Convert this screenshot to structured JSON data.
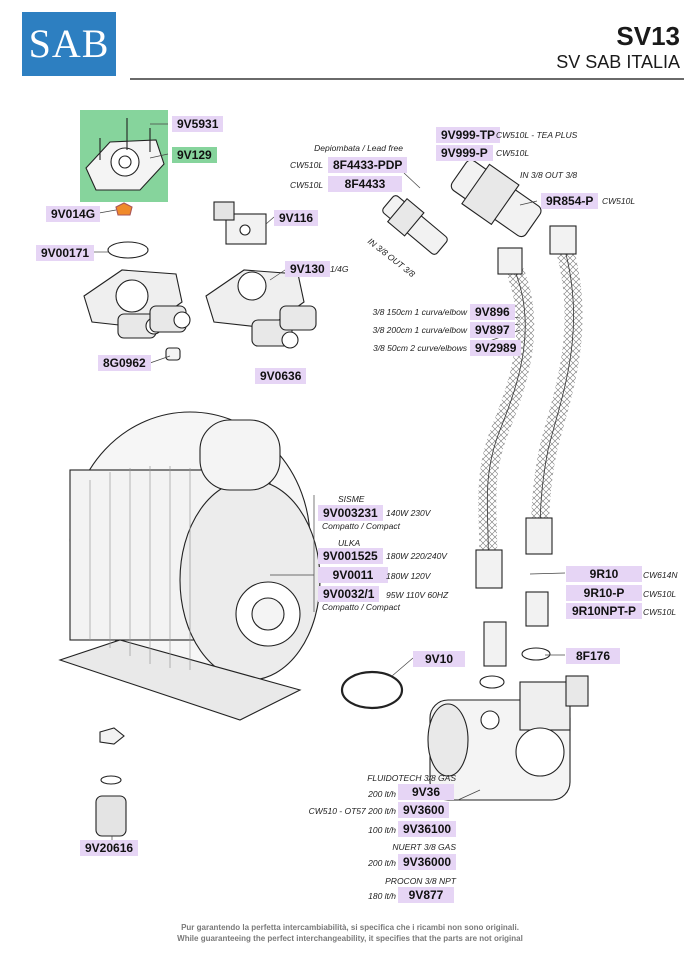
{
  "header": {
    "logo": "SAB",
    "model": "SV13",
    "subtitle": "SV SAB ITALIA"
  },
  "parts": {
    "p9V5931": "9V5931",
    "p9V129": "9V129",
    "p9V014G": "9V014G",
    "p9V00171": "9V00171",
    "p8G0962": "8G0962",
    "p9V116": "9V116",
    "p9V130": "9V130",
    "p9V0636": "9V0636",
    "p8F4433PDP": "8F4433-PDP",
    "p8F4433": "8F4433",
    "p9V999TP": "9V999-TP",
    "p9V999P": "9V999-P",
    "p9R854P": "9R854-P",
    "p9V896": "9V896",
    "p9V897": "9V897",
    "p9V2989": "9V2989",
    "p9V003231": "9V003231",
    "p9V001525": "9V001525",
    "p9V0011": "9V0011",
    "p9V00321": "9V0032/1",
    "p9R10": "9R10",
    "p9R10P": "9R10-P",
    "p9R10NPTP": "9R10NPT-P",
    "p8F176": "8F176",
    "p9V10": "9V10",
    "p9V36": "9V36",
    "p9V3600": "9V3600",
    "p9V36100": "9V36100",
    "p9V36000": "9V36000",
    "p9V877": "9V877",
    "p9V20616": "9V20616"
  },
  "notes": {
    "n_130": "1/4G",
    "n_depiombata": "Depiombata / Lead free",
    "n_cw510l_a": "CW510L",
    "n_cw510l_b": "CW510L",
    "n_tea": "CW510L - TEA PLUS",
    "n_999p": "CW510L",
    "n_in_out_a": "IN 3/8 OUT 3/8",
    "n_854": "CW510L",
    "n_in_out_b": "IN 3/8 OUT 3/8",
    "n_896": "3/8 150cm 1 curva/elbow",
    "n_897": "3/8 200cm 1 curva/elbow",
    "n_2989": "3/8 50cm 2 curve/elbows",
    "n_sisme": "SISME",
    "n_231_spec": "140W 230V",
    "n_compatto1": "Compatto / Compact",
    "n_ulka": "ULKA",
    "n_1525_spec": "180W 220/240V",
    "n_0011_spec": "180W 120V",
    "n_0032_spec": "95W 110V 60HZ",
    "n_compatto2": "Compatto / Compact",
    "n_r10": "CW614N",
    "n_r10p": "CW510L",
    "n_r10npt": "CW510L",
    "n_fluidotech": "FLUIDOTECH 3/8 GAS",
    "n_36_rate": "200 lt/h",
    "n_3600_pre": "CW510 - OT57 200 lt/h",
    "n_36100_rate": "100 lt/h",
    "n_nuert": "NUERT 3/8 GAS",
    "n_36000_rate": "200 lt/h",
    "n_procon": "PROCON 3/8 NPT",
    "n_877_rate": "180 lt/h"
  },
  "footer": {
    "line1": "Pur garantendo la perfetta intercambiabilità, si specifica che i ricambi non sono originali.",
    "line2": "While guaranteeing the perfect interchangeability, it specifies that the parts are not original"
  },
  "colors": {
    "logo_bg": "#2d7fc1",
    "label_bg": "#e6d5f5",
    "highlight_bg": "#86d49c"
  }
}
